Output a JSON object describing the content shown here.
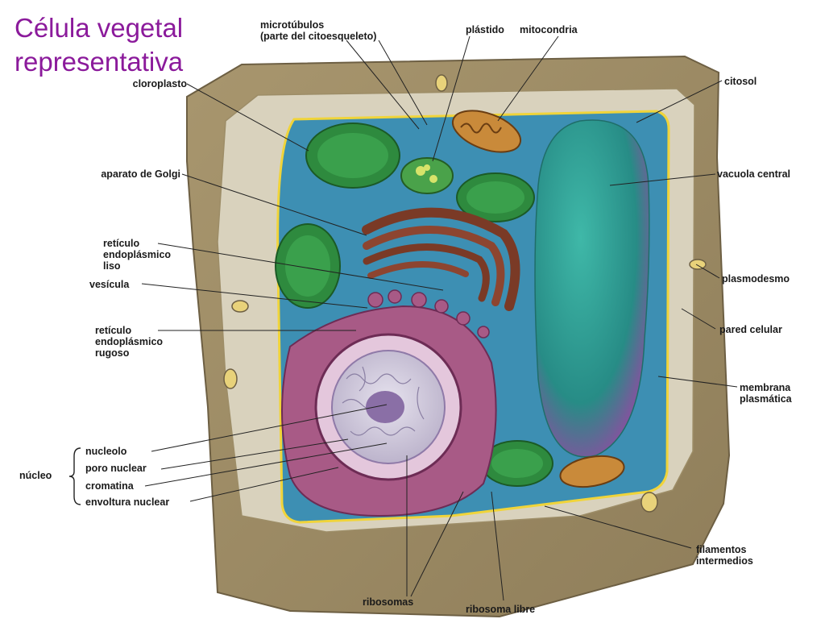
{
  "title": {
    "line1": "Célula vegetal",
    "line2": "representativa"
  },
  "labels": {
    "cloroplasto": "cloroplasto",
    "microtubulos": "microtúbulos\n(parte del citoesqueleto)",
    "plastido": "plástido",
    "mitocondria": "mitocondria",
    "citosol": "citosol",
    "golgi": "aparato de Golgi",
    "vacuola": "vacuola central",
    "rel": "retículo\nendoplásmico\nliso",
    "vesicula": "vesícula",
    "plasmodesmo": "plasmodesmo",
    "rer": "retículo\nendoplásmico\nrugoso",
    "pared": "pared celular",
    "membrana": "membrana\nplasmática",
    "nucleolo": "nucleolo",
    "poro": "poro nuclear",
    "nucleo": "núcleo",
    "cromatina": "cromatina",
    "envoltura": "envoltura nuclear",
    "filamentos": "filamentos\nintermedios",
    "ribosomas": "ribosomas",
    "ribosoma_libre": "ribosoma libre"
  },
  "colors": {
    "title": "#8b1a9b",
    "wall": "#b29f78",
    "cytosol": "#3d8fb3",
    "vacuole": "#2c9a8e",
    "chloroplast": "#2e8a3e",
    "golgi": "#7a3a26",
    "er": "#a85a86",
    "membrane": "#f0d43a"
  }
}
